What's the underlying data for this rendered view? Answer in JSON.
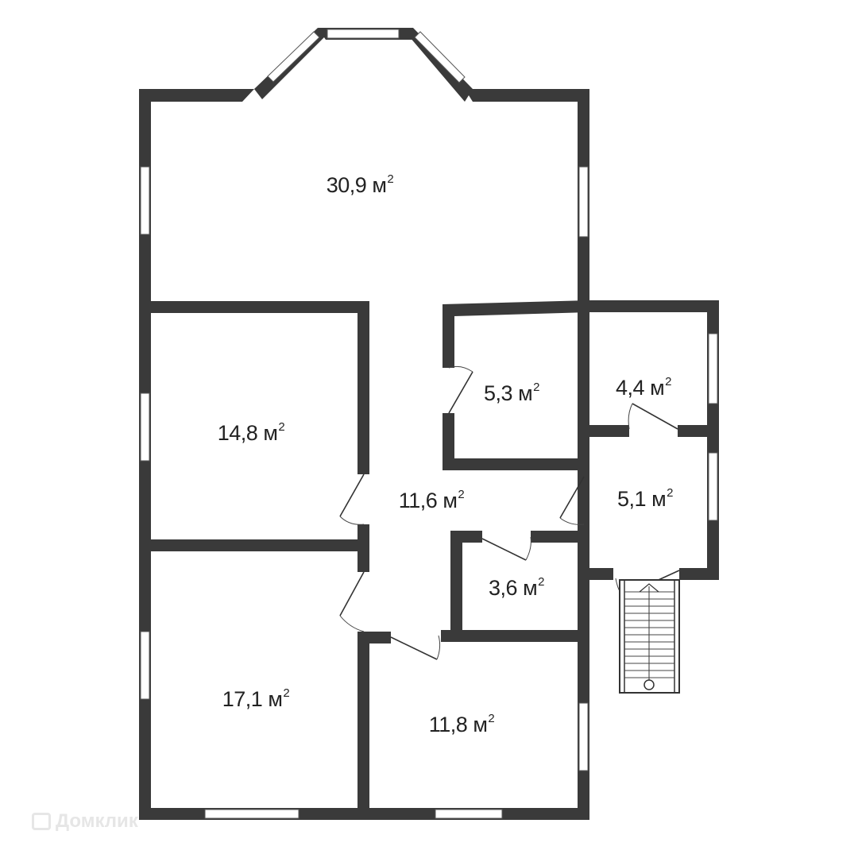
{
  "rooms": [
    {
      "id": "living",
      "area": "30,9",
      "unit": "м",
      "sup": "2"
    },
    {
      "id": "room-left-middle",
      "area": "14,8",
      "unit": "м",
      "sup": "2"
    },
    {
      "id": "room-left-bottom",
      "area": "17,1",
      "unit": "м",
      "sup": "2"
    },
    {
      "id": "hall",
      "area": "11,6",
      "unit": "м",
      "sup": "2"
    },
    {
      "id": "room-bottom-right",
      "area": "11,8",
      "unit": "м",
      "sup": "2"
    },
    {
      "id": "closet",
      "area": "5,3",
      "unit": "м",
      "sup": "2"
    },
    {
      "id": "bath",
      "area": "3,6",
      "unit": "м",
      "sup": "2"
    },
    {
      "id": "room-side",
      "area": "4,4",
      "unit": "м",
      "sup": "2"
    },
    {
      "id": "entry",
      "area": "5,1",
      "unit": "м",
      "sup": "2"
    }
  ],
  "watermark": "Домклик"
}
